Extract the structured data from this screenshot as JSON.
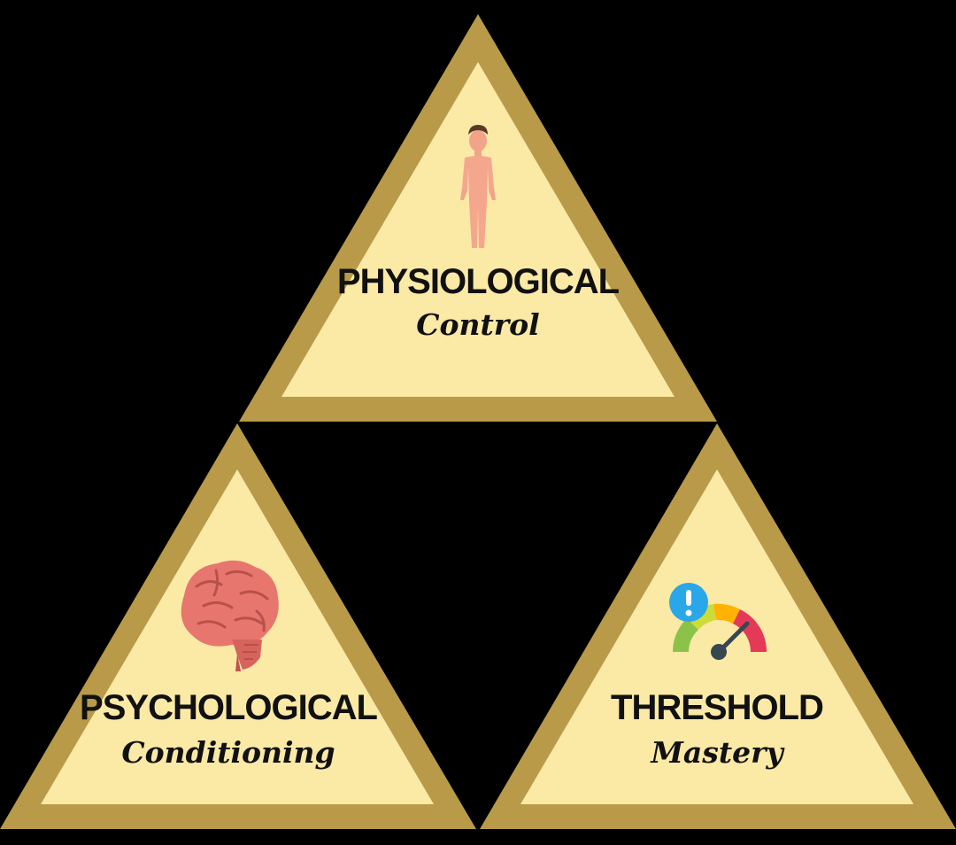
{
  "colors": {
    "background": "#000000",
    "triangle_border": "#b89a48",
    "triangle_fill": "#fbe9a6",
    "text": "#111111"
  },
  "triangles": [
    {
      "id": "top",
      "icon": "human-body-icon",
      "title": "PHYSIOLOGICAL",
      "subtitle": "Control"
    },
    {
      "id": "bottom-left",
      "icon": "brain-icon",
      "title": "PSYCHOLOGICAL",
      "subtitle": "Conditioning"
    },
    {
      "id": "bottom-right",
      "icon": "gauge-alert-icon",
      "title": "THRESHOLD",
      "subtitle": "Mastery"
    }
  ]
}
